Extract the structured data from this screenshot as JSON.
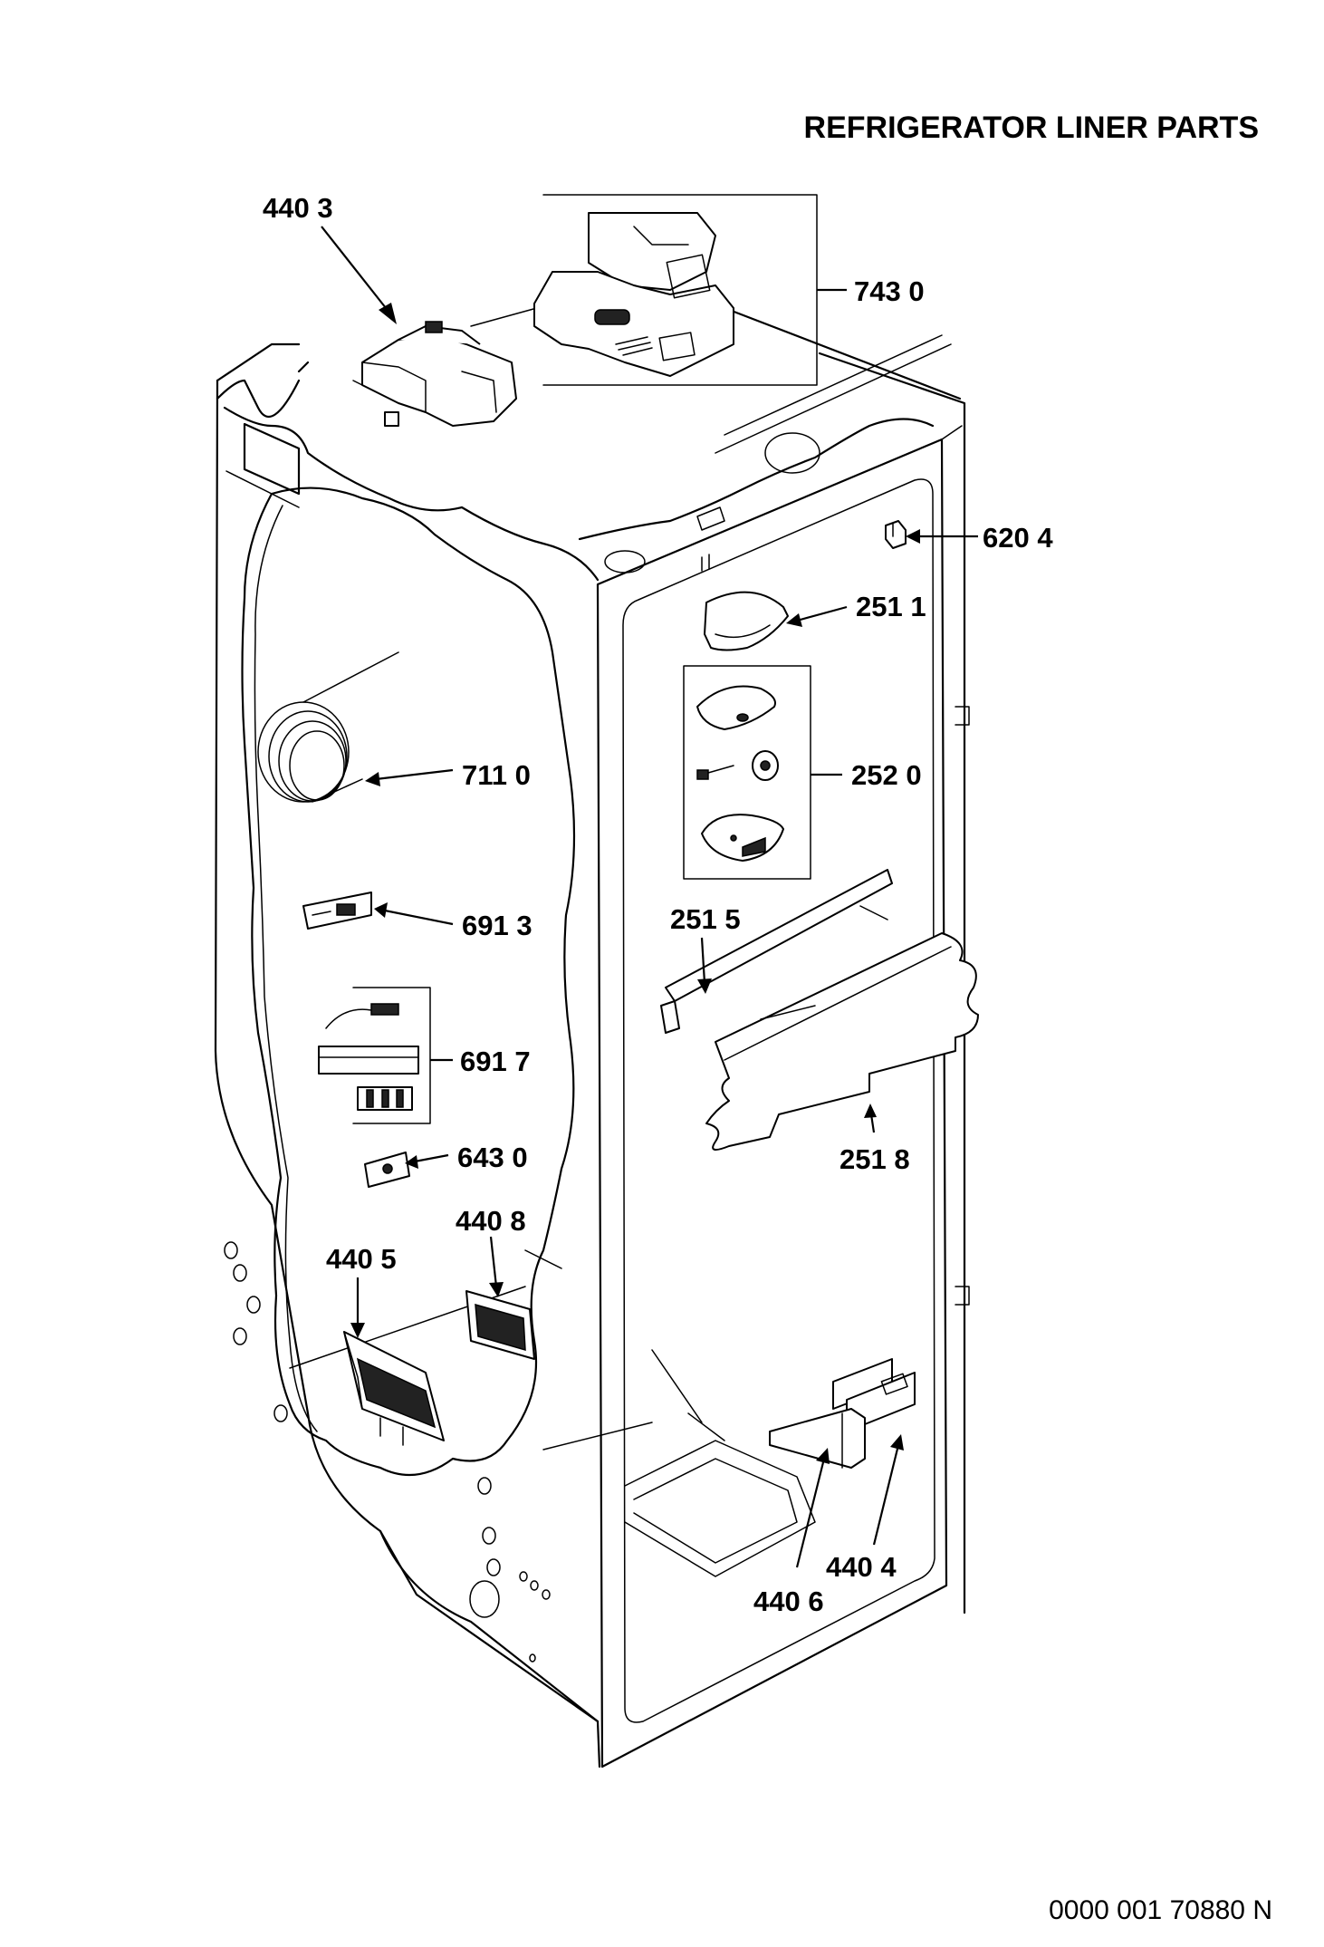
{
  "title": "REFRIGERATOR LINER PARTS",
  "footer": "0000 001 70880 N",
  "labels": {
    "p4403": "440 3",
    "p7430": "743 0",
    "p6204": "620 4",
    "p2511": "251 1",
    "p2520": "252 0",
    "p7110": "711 0",
    "p6913": "691 3",
    "p2515": "251 5",
    "p6917": "691 7",
    "p2518": "251 8",
    "p6430": "643 0",
    "p4408": "440 8",
    "p4405": "440 5",
    "p4404": "440 4",
    "p4406": "440 6"
  }
}
